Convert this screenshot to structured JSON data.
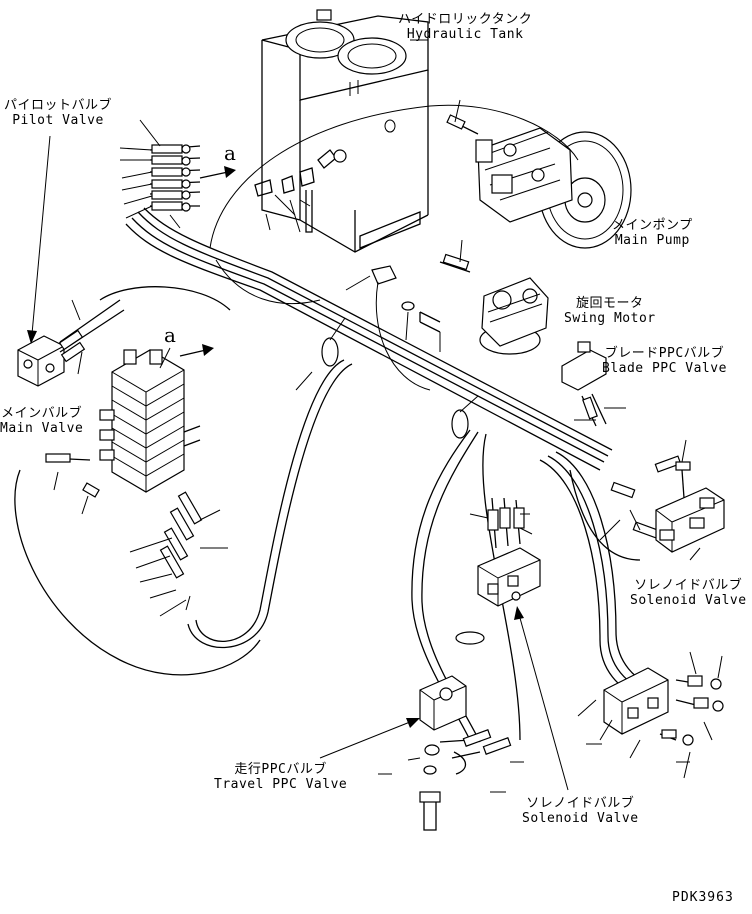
{
  "labels": {
    "hydraulic_tank_jp": "ハイドロリックタンク",
    "hydraulic_tank_en": "Hydraulic Tank",
    "pilot_valve_jp": "パイロットバルブ",
    "pilot_valve_en": "Pilot Valve",
    "main_pump_jp": "メインポンプ",
    "main_pump_en": "Main Pump",
    "swing_motor_jp": "旋回モータ",
    "swing_motor_en": "Swing Motor",
    "blade_ppc_jp": "ブレードPPCバルブ",
    "blade_ppc_en": "Blade PPC Valve",
    "main_valve_jp": "メインバルブ",
    "main_valve_en": "Main Valve",
    "solenoid_valve_right_jp": "ソレノイドバルブ",
    "solenoid_valve_right_en": "Solenoid Valve",
    "travel_ppc_jp": "走行PPCバルブ",
    "travel_ppc_en": "Travel PPC Valve",
    "solenoid_valve_bottom_jp": "ソレノイドバルブ",
    "solenoid_valve_bottom_en": "Solenoid Valve"
  },
  "reference_marks": {
    "a_top": "a",
    "a_middle": "a"
  },
  "drawing_code": "PDK3963"
}
